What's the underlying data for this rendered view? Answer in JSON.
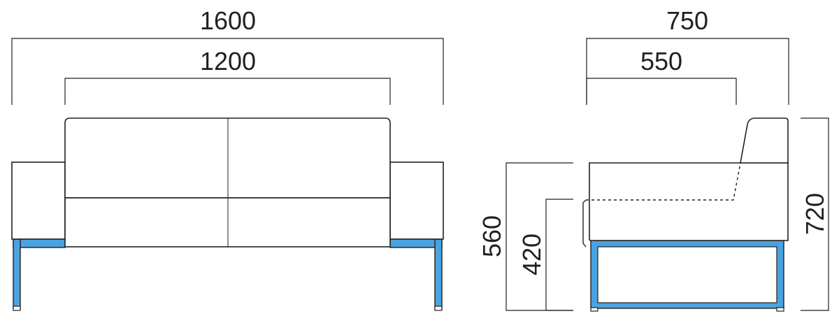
{
  "front_view": {
    "overall_width": "1600",
    "seat_width": "1200"
  },
  "side_view": {
    "overall_depth": "750",
    "seat_depth": "550",
    "armrest_height": "560",
    "seat_height": "420",
    "overall_height": "720"
  },
  "colors": {
    "frame": "#4aa3df",
    "outline": "#231f20"
  }
}
